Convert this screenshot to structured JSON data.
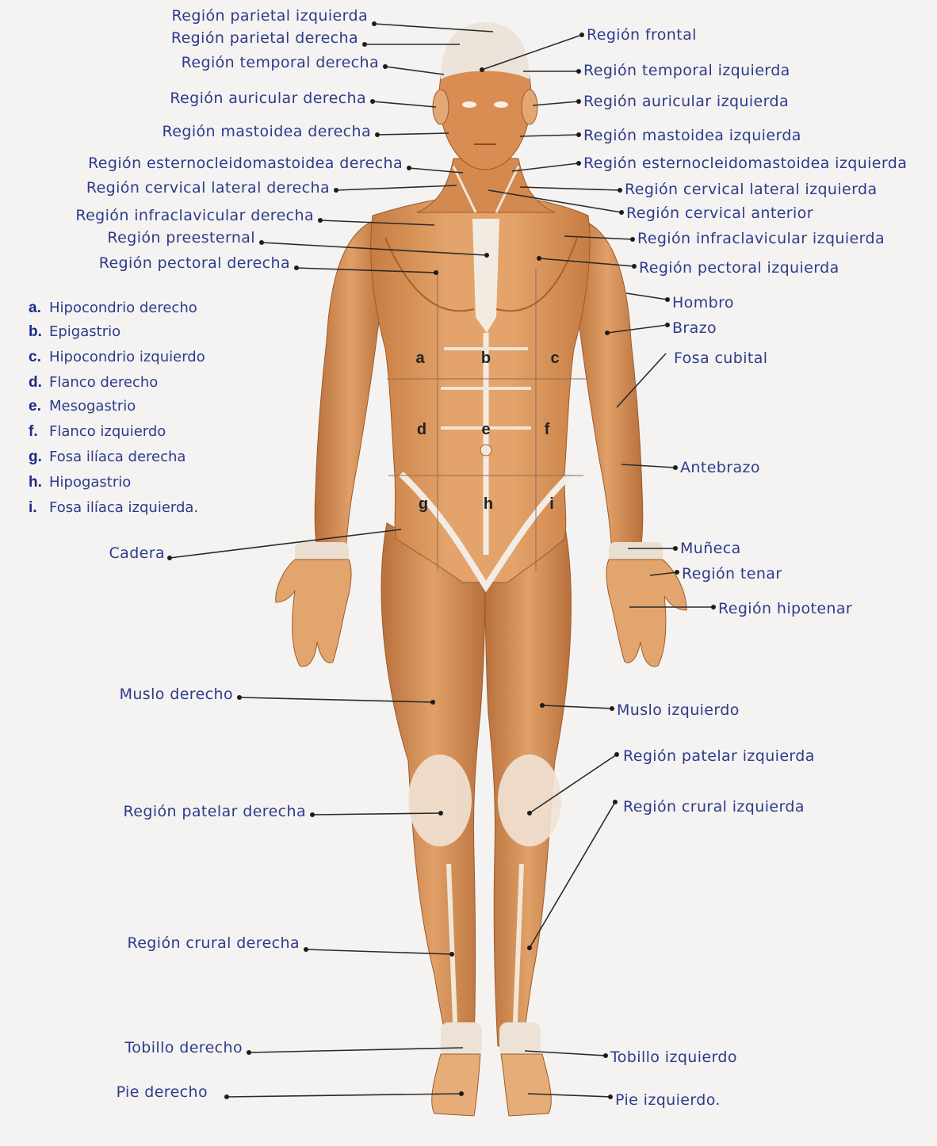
{
  "labels_left": [
    {
      "id": "parietal-izq",
      "text": "Región parietal izquierda"
    },
    {
      "id": "parietal-der",
      "text": "Región parietal derecha"
    },
    {
      "id": "temporal-der",
      "text": "Región temporal derecha"
    },
    {
      "id": "auricular-der",
      "text": "Región auricular derecha"
    },
    {
      "id": "mastoidea-der",
      "text": "Región mastoidea derecha"
    },
    {
      "id": "esterno-der",
      "text": "Región esternocleidomastoidea derecha"
    },
    {
      "id": "cervical-lat-der",
      "text": "Región cervical lateral derecha"
    },
    {
      "id": "infraclav-der",
      "text": "Región infraclavicular derecha"
    },
    {
      "id": "preesternal",
      "text": "Región preesternal"
    },
    {
      "id": "pectoral-der",
      "text": "Región pectoral derecha"
    },
    {
      "id": "cadera",
      "text": "Cadera"
    },
    {
      "id": "muslo-der",
      "text": "Muslo derecho"
    },
    {
      "id": "patelar-der",
      "text": "Región patelar derecha"
    },
    {
      "id": "crural-der",
      "text": "Región crural derecha"
    },
    {
      "id": "tobillo-der",
      "text": "Tobillo derecho"
    },
    {
      "id": "pie-der",
      "text": "Pie derecho"
    }
  ],
  "labels_right": [
    {
      "id": "frontal",
      "text": "Región frontal"
    },
    {
      "id": "temporal-izq",
      "text": "Región temporal izquierda"
    },
    {
      "id": "auricular-izq",
      "text": "Región auricular izquierda"
    },
    {
      "id": "mastoidea-izq",
      "text": "Región mastoidea izquierda"
    },
    {
      "id": "esterno-izq",
      "text": "Región esternocleidomastoidea izquierda"
    },
    {
      "id": "cervical-lat-izq",
      "text": "Región cervical lateral izquierda"
    },
    {
      "id": "cervical-ant",
      "text": "Región cervical anterior"
    },
    {
      "id": "infraclav-izq",
      "text": "Región infraclavicular izquierda"
    },
    {
      "id": "pectoral-izq",
      "text": "Región pectoral izquierda"
    },
    {
      "id": "hombro",
      "text": "Hombro"
    },
    {
      "id": "brazo",
      "text": "Brazo"
    },
    {
      "id": "fosa-cubital",
      "text": "Fosa cubital"
    },
    {
      "id": "antebrazo",
      "text": "Antebrazo"
    },
    {
      "id": "muneca",
      "text": "Muñeca"
    },
    {
      "id": "tenar",
      "text": "Región tenar"
    },
    {
      "id": "hipotenar",
      "text": "Región hipotenar"
    },
    {
      "id": "muslo-izq",
      "text": "Muslo izquierdo"
    },
    {
      "id": "patelar-izq",
      "text": "Región patelar izquierda"
    },
    {
      "id": "crural-izq",
      "text": "Región crural izquierda"
    },
    {
      "id": "tobillo-izq",
      "text": "Tobillo izquierdo"
    },
    {
      "id": "pie-izq",
      "text": "Pie izquierdo."
    }
  ],
  "key": [
    {
      "letter": "a.",
      "text": "Hipocondrio derecho"
    },
    {
      "letter": "b.",
      "text": "Epigastrio"
    },
    {
      "letter": "c.",
      "text": "Hipocondrio izquierdo"
    },
    {
      "letter": "d.",
      "text": "Flanco derecho"
    },
    {
      "letter": "e.",
      "text": "Mesogastrio"
    },
    {
      "letter": "f.",
      "text": "Flanco izquierdo"
    },
    {
      "letter": "g.",
      "text": "Fosa ilíaca derecha"
    },
    {
      "letter": "h.",
      "text": "Hipogastrio"
    },
    {
      "letter": "i.",
      "text": "Fosa ilíaca izquierda."
    }
  ],
  "zones": [
    "a",
    "b",
    "c",
    "d",
    "e",
    "f",
    "g",
    "h",
    "i"
  ],
  "colors": {
    "paper": "#f4f3f1",
    "ink": "#2e3a8c",
    "muscle": "#d9955a",
    "muscle_dark": "#b8703a",
    "tendon": "#f3ece4",
    "leader": "#2a2a2a"
  }
}
